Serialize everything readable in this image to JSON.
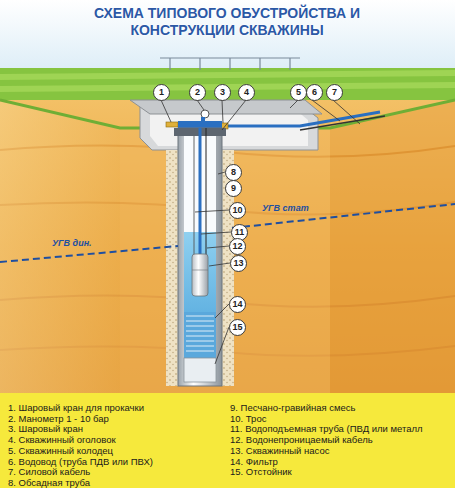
{
  "diagram": {
    "title": "СХЕМА ТИПОВОГО ОБУСТРОЙСТВА И КОНСТРУКЦИИ СКВАЖИНЫ",
    "labels": [
      "1",
      "2",
      "3",
      "4",
      "5",
      "6",
      "7",
      "8",
      "9",
      "10",
      "11",
      "12",
      "13",
      "14",
      "15",
      "УГВ стат",
      "УГВ дин.",
      "1. Шаровый кран для прокачки",
      "2. Манометр 1 - 10 бар",
      "3. Шаровый кран",
      "4. Скважинный оголовок",
      "5. Скважинный колодец",
      "6. Водовод (труба ПДВ или ПВХ)",
      "7. Силовой кабель",
      "8. Обсадная труба",
      "9. Песчано-гравийная смесь",
      "10. Трос",
      "11. Водоподъемная труба (ПВД или металл",
      "12. Водонепроницаемый кабель",
      "13. Скважинный насос",
      "14. Фильтр",
      "15. Отстойник"
    ]
  }
}
